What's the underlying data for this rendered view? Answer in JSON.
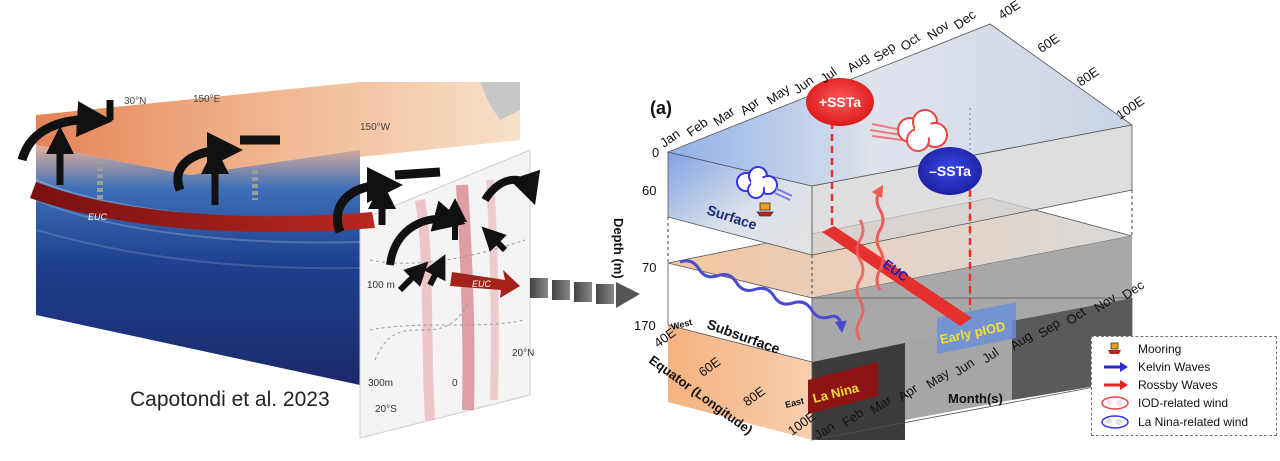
{
  "left_figure": {
    "credit": "Capotondi et al. 2023",
    "map_labels": [
      "30°N",
      "150°E",
      "150°W"
    ],
    "euc_label": "EUC",
    "section_labels": [
      "100 m",
      "300m",
      "20°S",
      "0",
      "20°N"
    ]
  },
  "right_figure": {
    "panel_label": "(a)",
    "months_top": [
      "Jan",
      "Feb",
      "Mar",
      "Apr",
      "May",
      "Jun",
      "Jul",
      "Aug",
      "Sep",
      "Oct",
      "Nov",
      "Dec"
    ],
    "months_bottom": [
      "Jan",
      "Feb",
      "Mar",
      "Apr",
      "May",
      "Jun",
      "Jul",
      "Aug",
      "Sep",
      "Oct",
      "Nov",
      "Dec"
    ],
    "lon_right": [
      "40E",
      "60E",
      "80E",
      "100E"
    ],
    "lon_bottom": [
      "40E",
      "60E",
      "80E",
      "100E"
    ],
    "depth_ticks": [
      "0",
      "60",
      "70",
      "170"
    ],
    "depth_axis_label": "Depth (m)",
    "equator_axis_label": "Equator (Longitude)",
    "month_axis_label": "Month(s)",
    "west_label": "West",
    "east_label": "East",
    "surface_label": "Surface",
    "subsurface_label": "Subsurface",
    "plus_ssta": "+SSTa",
    "minus_ssta": "–SSTa",
    "euc_label": "EUC",
    "la_nina_label": "La Nina",
    "early_piod_label": "Early pIOD"
  },
  "legend": {
    "items": [
      {
        "label": "Mooring",
        "icon": "mooring-icon"
      },
      {
        "label": "Kelvin Waves",
        "icon": "blue-arrow-icon"
      },
      {
        "label": "Rossby Waves",
        "icon": "red-arrow-icon"
      },
      {
        "label": "IOD-related wind",
        "icon": "red-cloud-icon"
      },
      {
        "label": "La Nina-related wind",
        "icon": "blue-cloud-icon"
      }
    ]
  },
  "colors": {
    "ssta_positive": "#e8262b",
    "ssta_negative": "#2b2fc8",
    "kelvin_wave": "#4a4ad0",
    "rossby_wave": "#ef5a5a",
    "euc": "#e5302d",
    "la_nina_box": "#8e1414",
    "label_yellow": "#f5e12a"
  }
}
